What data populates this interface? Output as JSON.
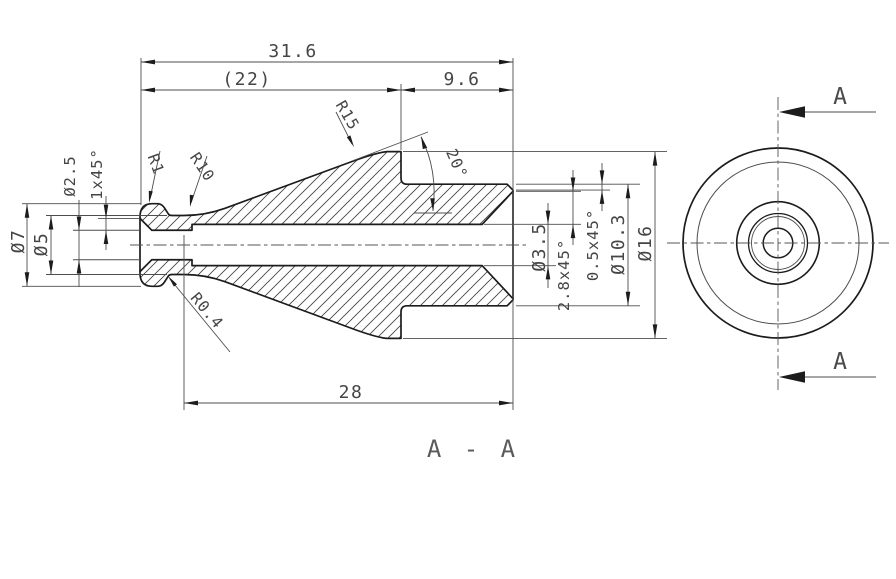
{
  "drawing": {
    "section_title": "A - A",
    "dims_top": {
      "overall": "31.6",
      "ref": "(22)",
      "right_step": "9.6"
    },
    "dims_bottom": {
      "body": "28"
    },
    "dims_left": {
      "knob_dia": "Ø7",
      "groove_dia": "Ø5",
      "bore_dia": "Ø2.5",
      "entry_chamfer": "1x45°"
    },
    "dims_right": {
      "bore_dia": "Ø3.5",
      "countersink": "2.8x45°",
      "edge_chamfer": "0.5x45°",
      "step_dia": "Ø10.3",
      "body_dia": "Ø16"
    },
    "radii": {
      "tip": "R1",
      "neck": "R10",
      "taper": "R15",
      "groove": "R0.4"
    },
    "angle": {
      "taper": "20°"
    },
    "cut_labels": {
      "top": "A",
      "bottom": "A"
    },
    "colors": {
      "outline": "#1c1c1c",
      "thin_line": "#4d4d4d",
      "text": "#454545",
      "background": "#ffffff"
    }
  }
}
